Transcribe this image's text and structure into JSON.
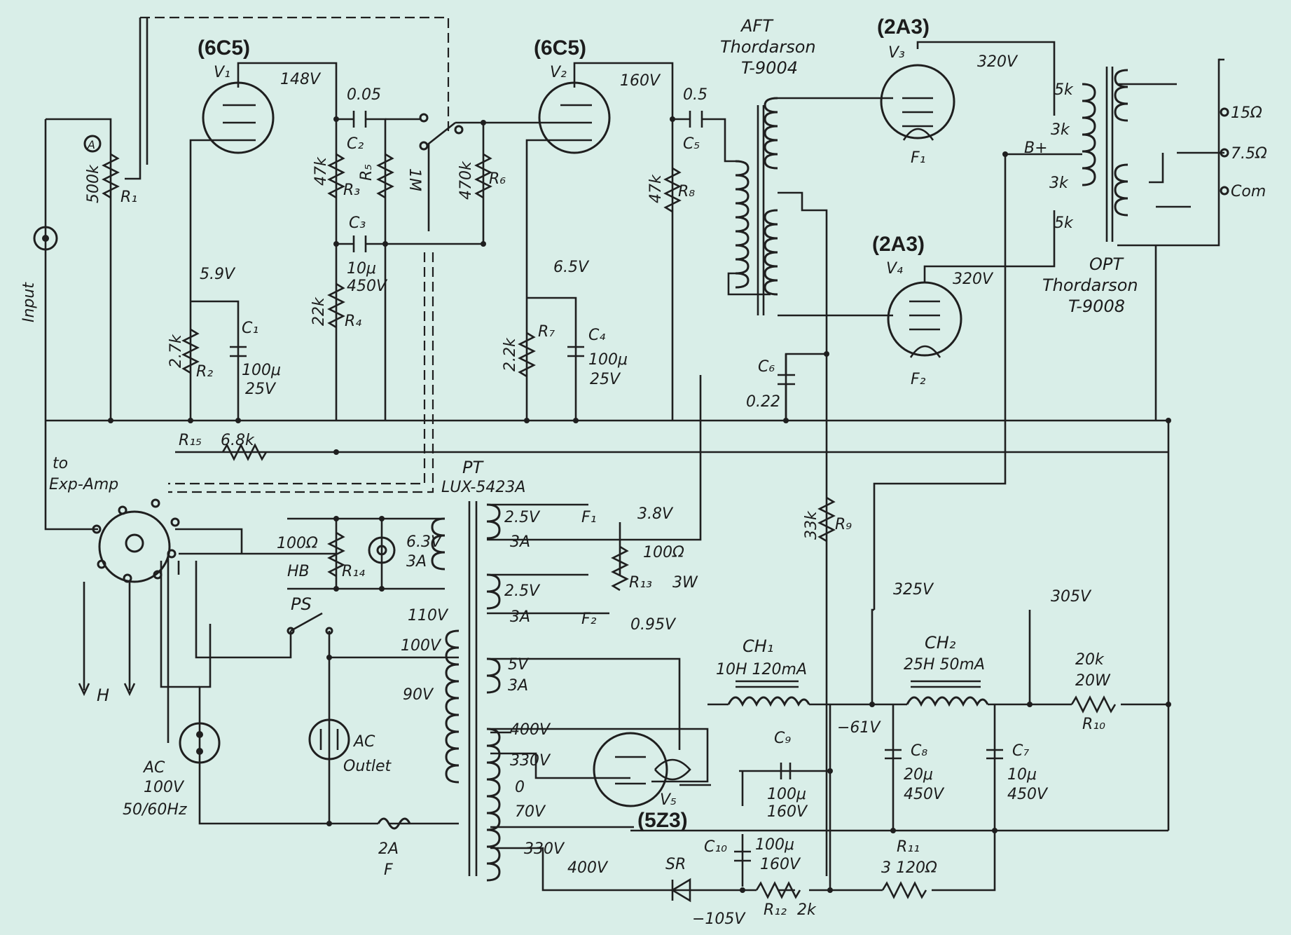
{
  "tubes": {
    "v1": {
      "type": "(6C5)",
      "ref": "V₁",
      "plate_v": "148V",
      "cathode_v": "5.9V"
    },
    "v2": {
      "type": "(6C5)",
      "ref": "V₂",
      "plate_v": "160V",
      "cathode_v": "6.5V"
    },
    "v3": {
      "type": "(2A3)",
      "ref": "V₃",
      "plate_v": "320V",
      "fil": "F₁"
    },
    "v4": {
      "type": "(2A3)",
      "ref": "V₄",
      "plate_v": "320V",
      "fil": "F₂"
    },
    "v5": {
      "type": "(5Z3)",
      "ref": "V₅"
    }
  },
  "input": {
    "label": "Input",
    "marker": "A",
    "r1_val": "500k",
    "r1_ref": "R₁"
  },
  "stage1": {
    "r2_val": "2.7k",
    "r2_ref": "R₂",
    "c1_ref": "C₁",
    "c1_val": "100μ",
    "c1_volt": "25V",
    "c2_val": "0.05",
    "c2_ref": "C₂",
    "r3_val": "47k",
    "r3_ref": "R₃",
    "r5_ref": "R₅",
    "r5_val": "1M",
    "c3_ref": "C₃",
    "c3_val": "10μ",
    "c3_volt": "450V",
    "r4_val": "22k",
    "r4_ref": "R₄",
    "r6_val": "470k",
    "r6_ref": "R₆"
  },
  "stage2": {
    "c5_val": "0.5",
    "c5_ref": "C₅",
    "r8_val": "47k",
    "r8_ref": "R₈",
    "r7_val": "2.2k",
    "r7_ref": "R₇",
    "c4_ref": "C₄",
    "c4_val": "100μ",
    "c4_volt": "25V"
  },
  "aft": {
    "line1": "AFT",
    "line2": "Thordarson",
    "line3": "T-9004"
  },
  "c6": {
    "ref": "C₆",
    "val": "0.22"
  },
  "opt": {
    "line1": "OPT",
    "line2": "Thordarson",
    "line3": "T-9008",
    "tap1": "5k",
    "tap2": "3k",
    "tap3": "3k",
    "tap4": "5k",
    "bplus": "B+",
    "out15": "15Ω",
    "out75": "7.5Ω",
    "com": "Com"
  },
  "bus": {
    "r15_ref": "R₁₅",
    "r15_val": "6.8k",
    "to_exp1": "to",
    "to_exp2": "Exp-Amp"
  },
  "pt": {
    "name": "PT",
    "model": "LUX-5423A",
    "s1_v": "2.5V",
    "s1_a": "3A",
    "s1_fil": "F₁",
    "s2_v": "2.5V",
    "s2_a": "3A",
    "s2_fil": "F₂",
    "hb_v": "6.3V",
    "hb_a": "3A",
    "rect_v": "5V",
    "rect_a": "3A",
    "p110": "110V",
    "p100": "100V",
    "p90": "90V",
    "hv400": "400V",
    "hv330": "330V",
    "hv0": "0",
    "hv70": "70V",
    "hv330b": "330V",
    "hv400b": "400V"
  },
  "hum": {
    "r14_val": "100Ω",
    "hb": "HB",
    "r14_ref": "R₁₄"
  },
  "r13": {
    "top_v": "3.8V",
    "val": "100Ω",
    "ref": "R₁₃",
    "watt": "3W",
    "bot_v": "0.95V"
  },
  "mains": {
    "ps": "PS",
    "h": "H",
    "ac1": "AC",
    "ac2": "100V",
    "ac3": "50/60Hz",
    "outlet1": "AC",
    "outlet2": "Outlet",
    "fuse1": "2A",
    "fuse2": "F"
  },
  "psu": {
    "ch1_name": "CH₁",
    "ch1_spec": "10H  120mA",
    "ch2_name": "CH₂",
    "ch2_spec": "25H  50mA",
    "v325": "325V",
    "v305": "305V",
    "r9_val": "33k",
    "r9_ref": "R₉",
    "r10_val": "20k",
    "r10_w": "20W",
    "r10_ref": "R₁₀",
    "neg61": "−61V",
    "c9_ref": "C₉",
    "c9_val": "100μ",
    "c9_volt": "160V",
    "c8_ref": "C₈",
    "c8_val": "20μ",
    "c8_volt": "450V",
    "c7_ref": "C₇",
    "c7_val": "10μ",
    "c7_volt": "450V",
    "c10_ref": "C₁₀",
    "c10_val": "100μ",
    "c10_volt": "160V",
    "r11_ref": "R₁₁",
    "r11_val": "3 120Ω",
    "sr": "SR",
    "neg105": "−105V",
    "r12_ref": "R₁₂",
    "r12_val": "2k"
  }
}
